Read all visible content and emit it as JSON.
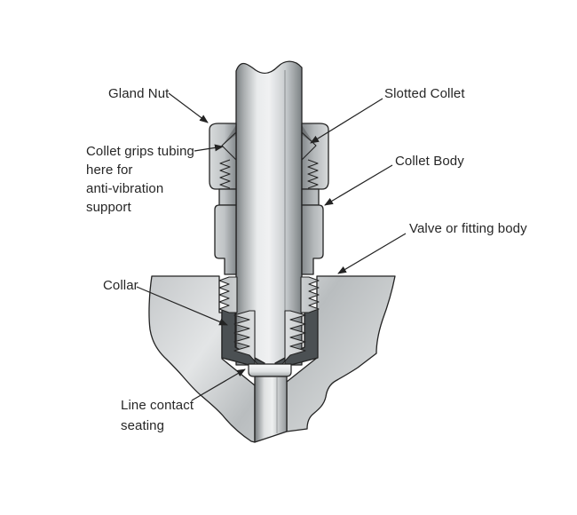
{
  "diagram": {
    "labels": {
      "gland_nut": "Gland Nut",
      "slotted_collet": "Slotted Collet",
      "collet_grips": "Collet grips tubing\nhere for\nanti-vibration\nsupport",
      "collet_body": "Collet Body",
      "valve_body": "Valve or fitting body",
      "collar": "Collar",
      "line_contact": "Line contact\nseating"
    },
    "colors": {
      "outline": "#232323",
      "metal_light": "#e9ebec",
      "metal_mid": "#c0c4c6",
      "metal_dark": "#7c8184",
      "collar_dark": "#4b5053",
      "seat_light": "#fbfcfc",
      "background": "#ffffff"
    }
  }
}
